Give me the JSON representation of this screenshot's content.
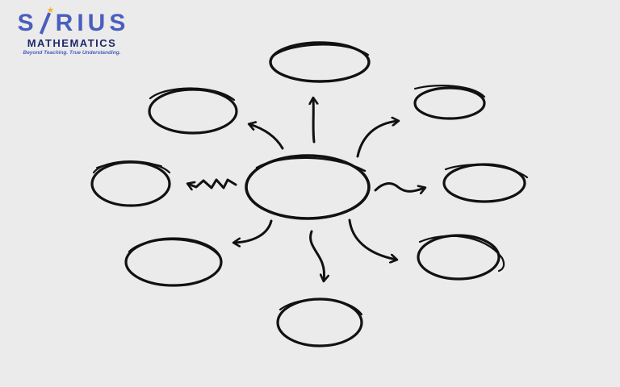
{
  "logo": {
    "letters": [
      "S",
      "R",
      "I",
      "U",
      "S"
    ],
    "subtitle": "MATHEMATICS",
    "tagline": "Beyond Teaching. True Understanding.",
    "icon": "star-icon",
    "colors": {
      "brand": "#4a5ebd",
      "dark": "#1f2a6b",
      "accent": "#f2b534"
    }
  },
  "diagram": {
    "type": "mind-map",
    "center": {
      "label": ""
    },
    "branches": [
      {
        "id": "top",
        "label": ""
      },
      {
        "id": "top-right",
        "label": ""
      },
      {
        "id": "right",
        "label": ""
      },
      {
        "id": "bottom-right",
        "label": ""
      },
      {
        "id": "bottom",
        "label": ""
      },
      {
        "id": "bottom-left",
        "label": ""
      },
      {
        "id": "left",
        "label": ""
      },
      {
        "id": "top-left",
        "label": ""
      }
    ],
    "stroke_color": "#111111",
    "background": "#ebebeb"
  }
}
